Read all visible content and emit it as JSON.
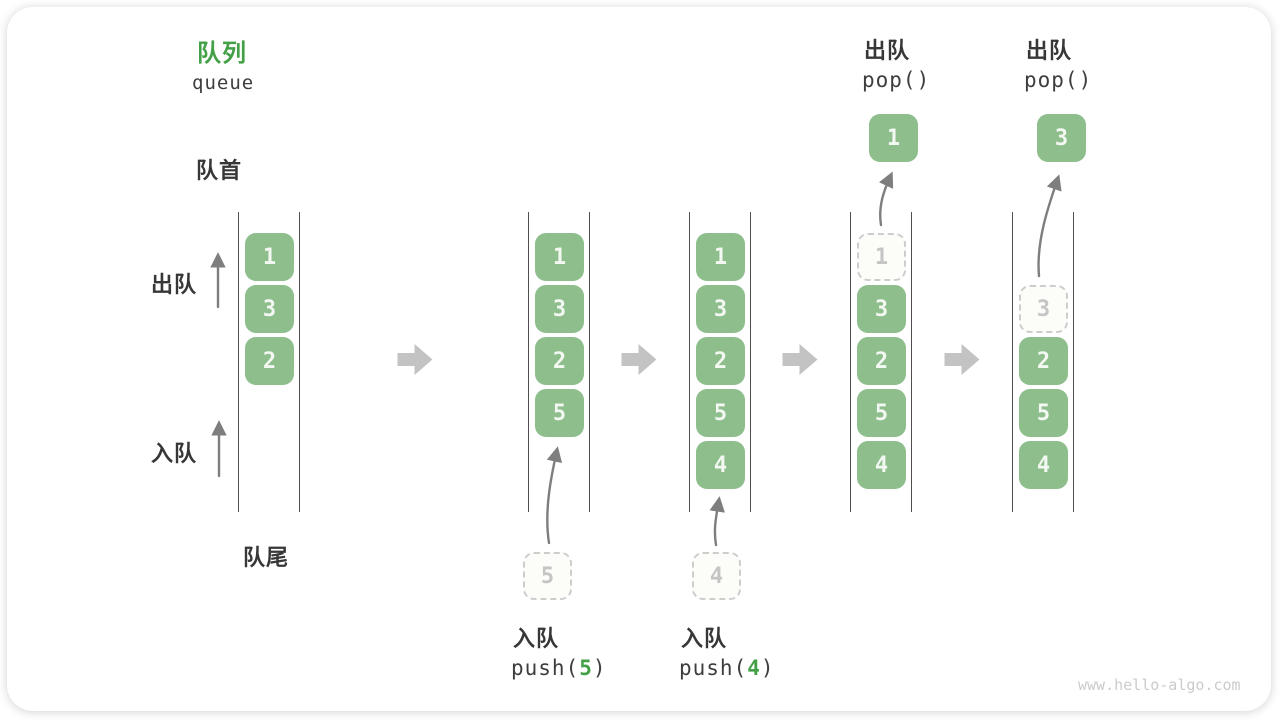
{
  "diagram": {
    "title": {
      "zh": "队列",
      "en": "queue"
    },
    "labels": {
      "front": "队首",
      "rear": "队尾",
      "dequeue": "出队",
      "enqueue": "入队"
    },
    "colors": {
      "item_green": "#8dbe8c",
      "accent_green": "#43a047",
      "step_arrow_gray": "#c3c3c3",
      "thin_arrow_gray": "#7e7e7e",
      "ghost_border_gray": "#cdcdcd",
      "channel_line": "#4e4e4e"
    },
    "states": {
      "s1": {
        "b0": "1",
        "b1": "3",
        "b2": "2"
      },
      "s2": {
        "b0": "1",
        "b1": "3",
        "b2": "2",
        "b3": "5",
        "staged": "5"
      },
      "s3": {
        "b0": "1",
        "b1": "3",
        "b2": "2",
        "b3": "5",
        "b4": "4",
        "staged": "4"
      },
      "s4": {
        "ghost": "1",
        "b1": "3",
        "b2": "2",
        "b3": "5",
        "b4": "4",
        "popped": "1"
      },
      "s5": {
        "ghost": "3",
        "b2": "2",
        "b3": "5",
        "b4": "4",
        "popped": "3"
      }
    },
    "ops": {
      "push5": {
        "zh": "入队",
        "code_fn": "push(",
        "code_num": "5",
        "code_close": ")"
      },
      "push4": {
        "zh": "入队",
        "code_fn": "push(",
        "code_num": "4",
        "code_close": ")"
      },
      "pop1": {
        "zh": "出队",
        "code": "pop()"
      },
      "pop2": {
        "zh": "出队",
        "code": "pop()"
      }
    },
    "watermark": "www.hello-algo.com"
  }
}
